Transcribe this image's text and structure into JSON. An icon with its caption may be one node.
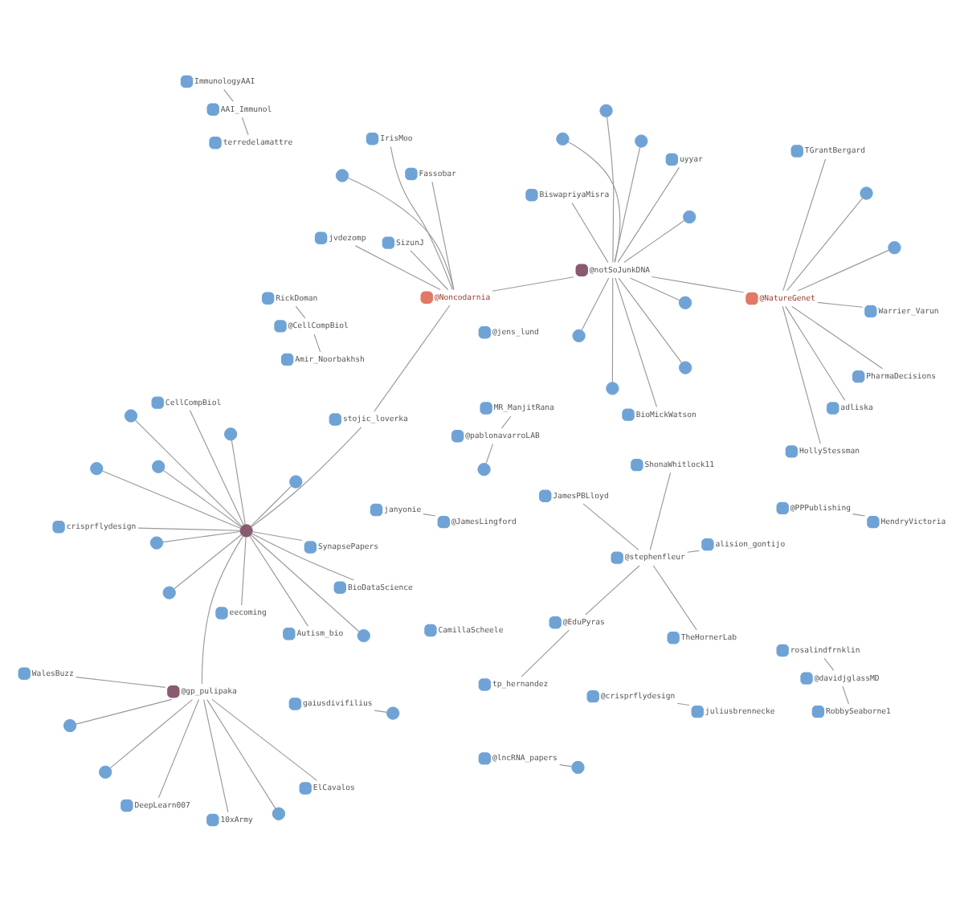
{
  "diagram": {
    "nodes": [
      {
        "text": [
          "@stephenfleur"
        ]
      },
      {
        "text": [
          "alision_gontijo"
        ]
      },
      {
        "text": [
          "TheHornerLab"
        ]
      },
      {
        "text": [
          "JamesPBLloyd"
        ]
      },
      {
        "text": [
          "@EduPyras"
        ]
      },
      {
        "text": [
          "ShonaWhitlock11"
        ]
      },
      {
        "text": [
          "tp_hernandez"
        ]
      },
      {
        "text": [
          "@gp_pulipaka"
        ]
      },
      {
        "text": [
          "ElCavalos"
        ]
      },
      {
        "text": [
          "DeepLearn007"
        ]
      },
      {
        "text": [
          "WalesBuzz"
        ]
      },
      {
        "text": [
          "10xArmy"
        ]
      },
      {
        "text": [],
        "shape": "circle"
      },
      {
        "text": [],
        "shape": "circle"
      },
      {
        "text": [],
        "shape": "circle"
      },
      {
        "text": [],
        "shape": "circle"
      },
      {
        "text": [
          "Autism_bio"
        ]
      },
      {
        "text": [
          "eecoming"
        ]
      },
      {
        "text": [
          "crisprflydesign"
        ]
      },
      {
        "text": [
          "BioDataScience"
        ]
      },
      {
        "text": [
          "SynapsePapers"
        ]
      },
      {
        "text": [
          "CellCompBiol"
        ]
      },
      {
        "text": [
          "stojic_loverka"
        ]
      },
      {
        "text": [],
        "shape": "circle"
      },
      {
        "text": [],
        "shape": "circle"
      },
      {
        "text": [],
        "shape": "circle"
      },
      {
        "text": [],
        "shape": "circle"
      },
      {
        "text": [],
        "shape": "circle"
      },
      {
        "text": [],
        "shape": "circle"
      },
      {
        "text": [],
        "shape": "circle"
      },
      {
        "text": [],
        "shape": "circle"
      },
      {
        "text": [
          "@crisprflydesign"
        ]
      },
      {
        "text": [
          "juliusbrennecke"
        ]
      },
      {
        "text": [
          "gaiusdivifilius"
        ]
      },
      {
        "text": [],
        "shape": "circle"
      },
      {
        "text": [
          "@pablonavarroLAB"
        ]
      },
      {
        "text": [
          "MR_ManjitRana"
        ]
      },
      {
        "text": [],
        "shape": "circle"
      },
      {
        "text": [
          "janyonie"
        ]
      },
      {
        "text": [
          "@JamesLingford"
        ]
      },
      {
        "text": [
          "RickDoman"
        ]
      },
      {
        "text": [
          "@CellCompBiol"
        ]
      },
      {
        "text": [
          "Amir_Noorbakhsh"
        ]
      },
      {
        "text": [
          "rosalindfrnklin"
        ]
      },
      {
        "text": [
          "@davidjglassMD"
        ]
      },
      {
        "text": [
          "RobbySeaborne1"
        ]
      },
      {
        "text": [
          "@notSoJunkDNA"
        ]
      },
      {
        "text": [
          "BioMickWatson"
        ]
      },
      {
        "text": [
          "uyyar"
        ]
      },
      {
        "text": [
          "BiswapriyaMisra"
        ]
      },
      {
        "text": [],
        "shape": "circle"
      },
      {
        "text": [],
        "shape": "circle"
      },
      {
        "text": [],
        "shape": "circle"
      },
      {
        "text": [],
        "shape": "circle"
      },
      {
        "text": [],
        "shape": "circle"
      },
      {
        "text": [],
        "shape": "circle"
      },
      {
        "text": [],
        "shape": "circle"
      },
      {
        "text": [],
        "shape": "circle"
      },
      {
        "text": [
          "@Noncodarnia"
        ]
      },
      {
        "text": [
          "Fassobar"
        ]
      },
      {
        "text": [
          "SizunJ"
        ]
      },
      {
        "text": [
          "jvdezomp"
        ]
      },
      {
        "text": [
          "IrisMoo"
        ]
      },
      {
        "text": [],
        "shape": "circle"
      },
      {
        "text": [
          "@NatureGenet"
        ]
      },
      {
        "text": [
          "TGrantBergard"
        ]
      },
      {
        "text": [
          "Warrier_Varun"
        ]
      },
      {
        "text": [
          "adliska"
        ]
      },
      {
        "text": [
          "PharmaDecisions"
        ]
      },
      {
        "text": [
          "HollyStessman"
        ]
      },
      {
        "text": [],
        "shape": "circle"
      },
      {
        "text": [],
        "shape": "circle"
      },
      {
        "text": [
          "CamillaScheele"
        ]
      },
      {
        "text": [
          "@jens_lund"
        ]
      },
      {
        "text": [
          "@lncRNA_papers"
        ]
      },
      {
        "text": [],
        "shape": "circle"
      },
      {
        "text": [
          "ImmunologyAAI"
        ]
      },
      {
        "text": [
          "AAI_Immunol"
        ]
      },
      {
        "text": [
          "terredelamattre"
        ]
      },
      {
        "text": [
          "@PPPublishing"
        ]
      },
      {
        "text": [
          "HendryVictoria"
        ]
      }
    ],
    "edges": [
      {
        "from": 0,
        "to": 1,
        "arrow": "none"
      },
      {
        "from": 0,
        "to": 2,
        "arrow": "none"
      },
      {
        "from": 0,
        "to": 3,
        "arrow": "none"
      },
      {
        "from": 0,
        "to": 4,
        "arrow": "none"
      },
      {
        "from": 0,
        "to": 5,
        "arrow": "none"
      },
      {
        "from": 6,
        "to": 4,
        "arrow": "none"
      },
      {
        "from": 7,
        "to": 8,
        "arrow": "none"
      },
      {
        "from": 7,
        "to": 9,
        "arrow": "none"
      },
      {
        "from": 7,
        "to": 10,
        "arrow": "none"
      },
      {
        "from": 7,
        "to": 11,
        "arrow": "none"
      },
      {
        "from": 7,
        "to": 12,
        "arrow": "none"
      },
      {
        "from": 7,
        "to": 13,
        "arrow": "none"
      },
      {
        "from": 7,
        "to": 14,
        "arrow": "none"
      },
      {
        "from": 7,
        "to": 15,
        "arrow": "none"
      },
      {
        "from": 15,
        "to": 16,
        "arrow": "none"
      },
      {
        "from": 15,
        "to": 17,
        "arrow": "none"
      },
      {
        "from": 15,
        "to": 18,
        "arrow": "none"
      },
      {
        "from": 15,
        "to": 19,
        "arrow": "none"
      },
      {
        "from": 15,
        "to": 20,
        "arrow": "none"
      },
      {
        "from": 15,
        "to": 21,
        "arrow": "none"
      },
      {
        "from": 15,
        "to": 22,
        "arrow": "none"
      },
      {
        "from": 15,
        "to": 23,
        "arrow": "none"
      },
      {
        "from": 15,
        "to": 24,
        "arrow": "none"
      },
      {
        "from": 15,
        "to": 25,
        "arrow": "none"
      },
      {
        "from": 15,
        "to": 26,
        "arrow": "none"
      },
      {
        "from": 15,
        "to": 27,
        "arrow": "none"
      },
      {
        "from": 15,
        "to": 28,
        "arrow": "none"
      },
      {
        "from": 15,
        "to": 29,
        "arrow": "none"
      },
      {
        "from": 15,
        "to": 30,
        "arrow": "none"
      },
      {
        "from": 22,
        "to": 58,
        "arrow": "none"
      },
      {
        "from": 31,
        "to": 32,
        "arrow": "none"
      },
      {
        "from": 34,
        "to": 33,
        "arrow": "none"
      },
      {
        "from": 37,
        "to": 35,
        "arrow": "none"
      },
      {
        "from": 35,
        "to": 36,
        "arrow": "none"
      },
      {
        "from": 38,
        "to": 39,
        "arrow": "none"
      },
      {
        "from": 40,
        "to": 41,
        "arrow": "none"
      },
      {
        "from": 41,
        "to": 42,
        "arrow": "none"
      },
      {
        "from": 43,
        "to": 44,
        "arrow": "none"
      },
      {
        "from": 44,
        "to": 45,
        "arrow": "none"
      },
      {
        "from": 46,
        "to": 47,
        "arrow": "none"
      },
      {
        "from": 46,
        "to": 48,
        "arrow": "none"
      },
      {
        "from": 46,
        "to": 49,
        "arrow": "none"
      },
      {
        "from": 46,
        "to": 50,
        "arrow": "none"
      },
      {
        "from": 46,
        "to": 51,
        "arrow": "none"
      },
      {
        "from": 46,
        "to": 52,
        "arrow": "none"
      },
      {
        "from": 46,
        "to": 53,
        "arrow": "none"
      },
      {
        "from": 46,
        "to": 54,
        "arrow": "none"
      },
      {
        "from": 46,
        "to": 55,
        "arrow": "none"
      },
      {
        "from": 46,
        "to": 56,
        "arrow": "none"
      },
      {
        "from": 46,
        "to": 57,
        "arrow": "none"
      },
      {
        "from": 46,
        "to": 58,
        "arrow": "none"
      },
      {
        "from": 46,
        "to": 64,
        "arrow": "none"
      },
      {
        "from": 58,
        "to": 59,
        "arrow": "none"
      },
      {
        "from": 58,
        "to": 60,
        "arrow": "none"
      },
      {
        "from": 58,
        "to": 61,
        "arrow": "none"
      },
      {
        "from": 58,
        "to": 62,
        "arrow": "none"
      },
      {
        "from": 58,
        "to": 63,
        "arrow": "none"
      },
      {
        "from": 64,
        "to": 65,
        "arrow": "none"
      },
      {
        "from": 64,
        "to": 66,
        "arrow": "none"
      },
      {
        "from": 64,
        "to": 67,
        "arrow": "none"
      },
      {
        "from": 64,
        "to": 68,
        "arrow": "none"
      },
      {
        "from": 64,
        "to": 69,
        "arrow": "none"
      },
      {
        "from": 64,
        "to": 70,
        "arrow": "none"
      },
      {
        "from": 64,
        "to": 71,
        "arrow": "none"
      },
      {
        "from": 74,
        "to": 75,
        "arrow": "none"
      },
      {
        "from": 76,
        "to": 77,
        "arrow": "none"
      },
      {
        "from": 77,
        "to": 78,
        "arrow": "none"
      },
      {
        "from": 79,
        "to": 80,
        "arrow": "none"
      }
    ]
  }
}
